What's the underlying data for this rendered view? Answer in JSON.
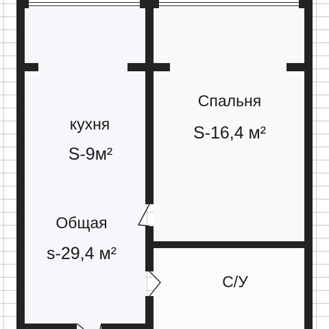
{
  "colors": {
    "wall": "#232323",
    "grid": "#c9c9c9",
    "room_tint": "#f8f6fa",
    "background": "#ffffff"
  },
  "rooms": {
    "kitchen": {
      "name": "кухня",
      "area": "S-9м²"
    },
    "bedroom": {
      "name": "Спальня",
      "area": "S-16,4 м²"
    },
    "total": {
      "name": "Общая",
      "area": "s-29,4 м²"
    },
    "bathroom": {
      "name": "С/У"
    }
  }
}
